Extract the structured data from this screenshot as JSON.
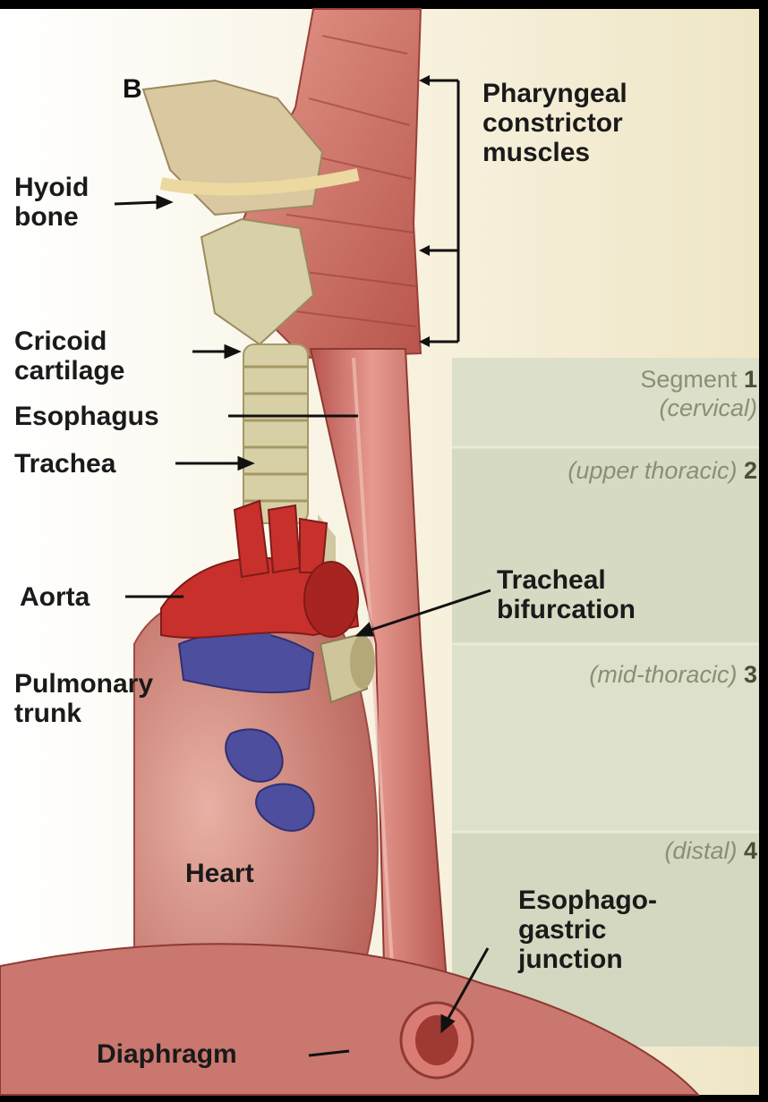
{
  "panel_letter": "B",
  "labels": {
    "pharyngeal_line1": "Pharyngeal",
    "pharyngeal_line2": "constrictor",
    "pharyngeal_line3": "muscles",
    "hyoid_line1": "Hyoid",
    "hyoid_line2": "bone",
    "cricoid_line1": "Cricoid",
    "cricoid_line2": "cartilage",
    "esophagus": "Esophagus",
    "trachea": "Trachea",
    "aorta": "Aorta",
    "tracheal_line1": "Tracheal",
    "tracheal_line2": "bifurcation",
    "pulmonary_line1": "Pulmonary",
    "pulmonary_line2": "trunk",
    "heart": "Heart",
    "egj_line1": "Esophago-",
    "egj_line2": "gastric",
    "egj_line3": "junction",
    "diaphragm": "Diaphragm"
  },
  "segments": {
    "s1_name": "Segment",
    "s1_num": "1",
    "s1_sub": "(cervical)",
    "s2_name": "(upper thoracic)",
    "s2_num": "2",
    "s3_name": "(mid-thoracic)",
    "s3_num": "3",
    "s4_name": "(distal)",
    "s4_num": "4"
  },
  "colors": {
    "background": "#f2ecd6",
    "segment_band": "#d9dcc6",
    "muscle": "#c96a62",
    "cartilage": "#ddd6b0",
    "aorta": "#c8302c",
    "pulmonary": "#4a4a9a",
    "heart": "#c9776f"
  }
}
